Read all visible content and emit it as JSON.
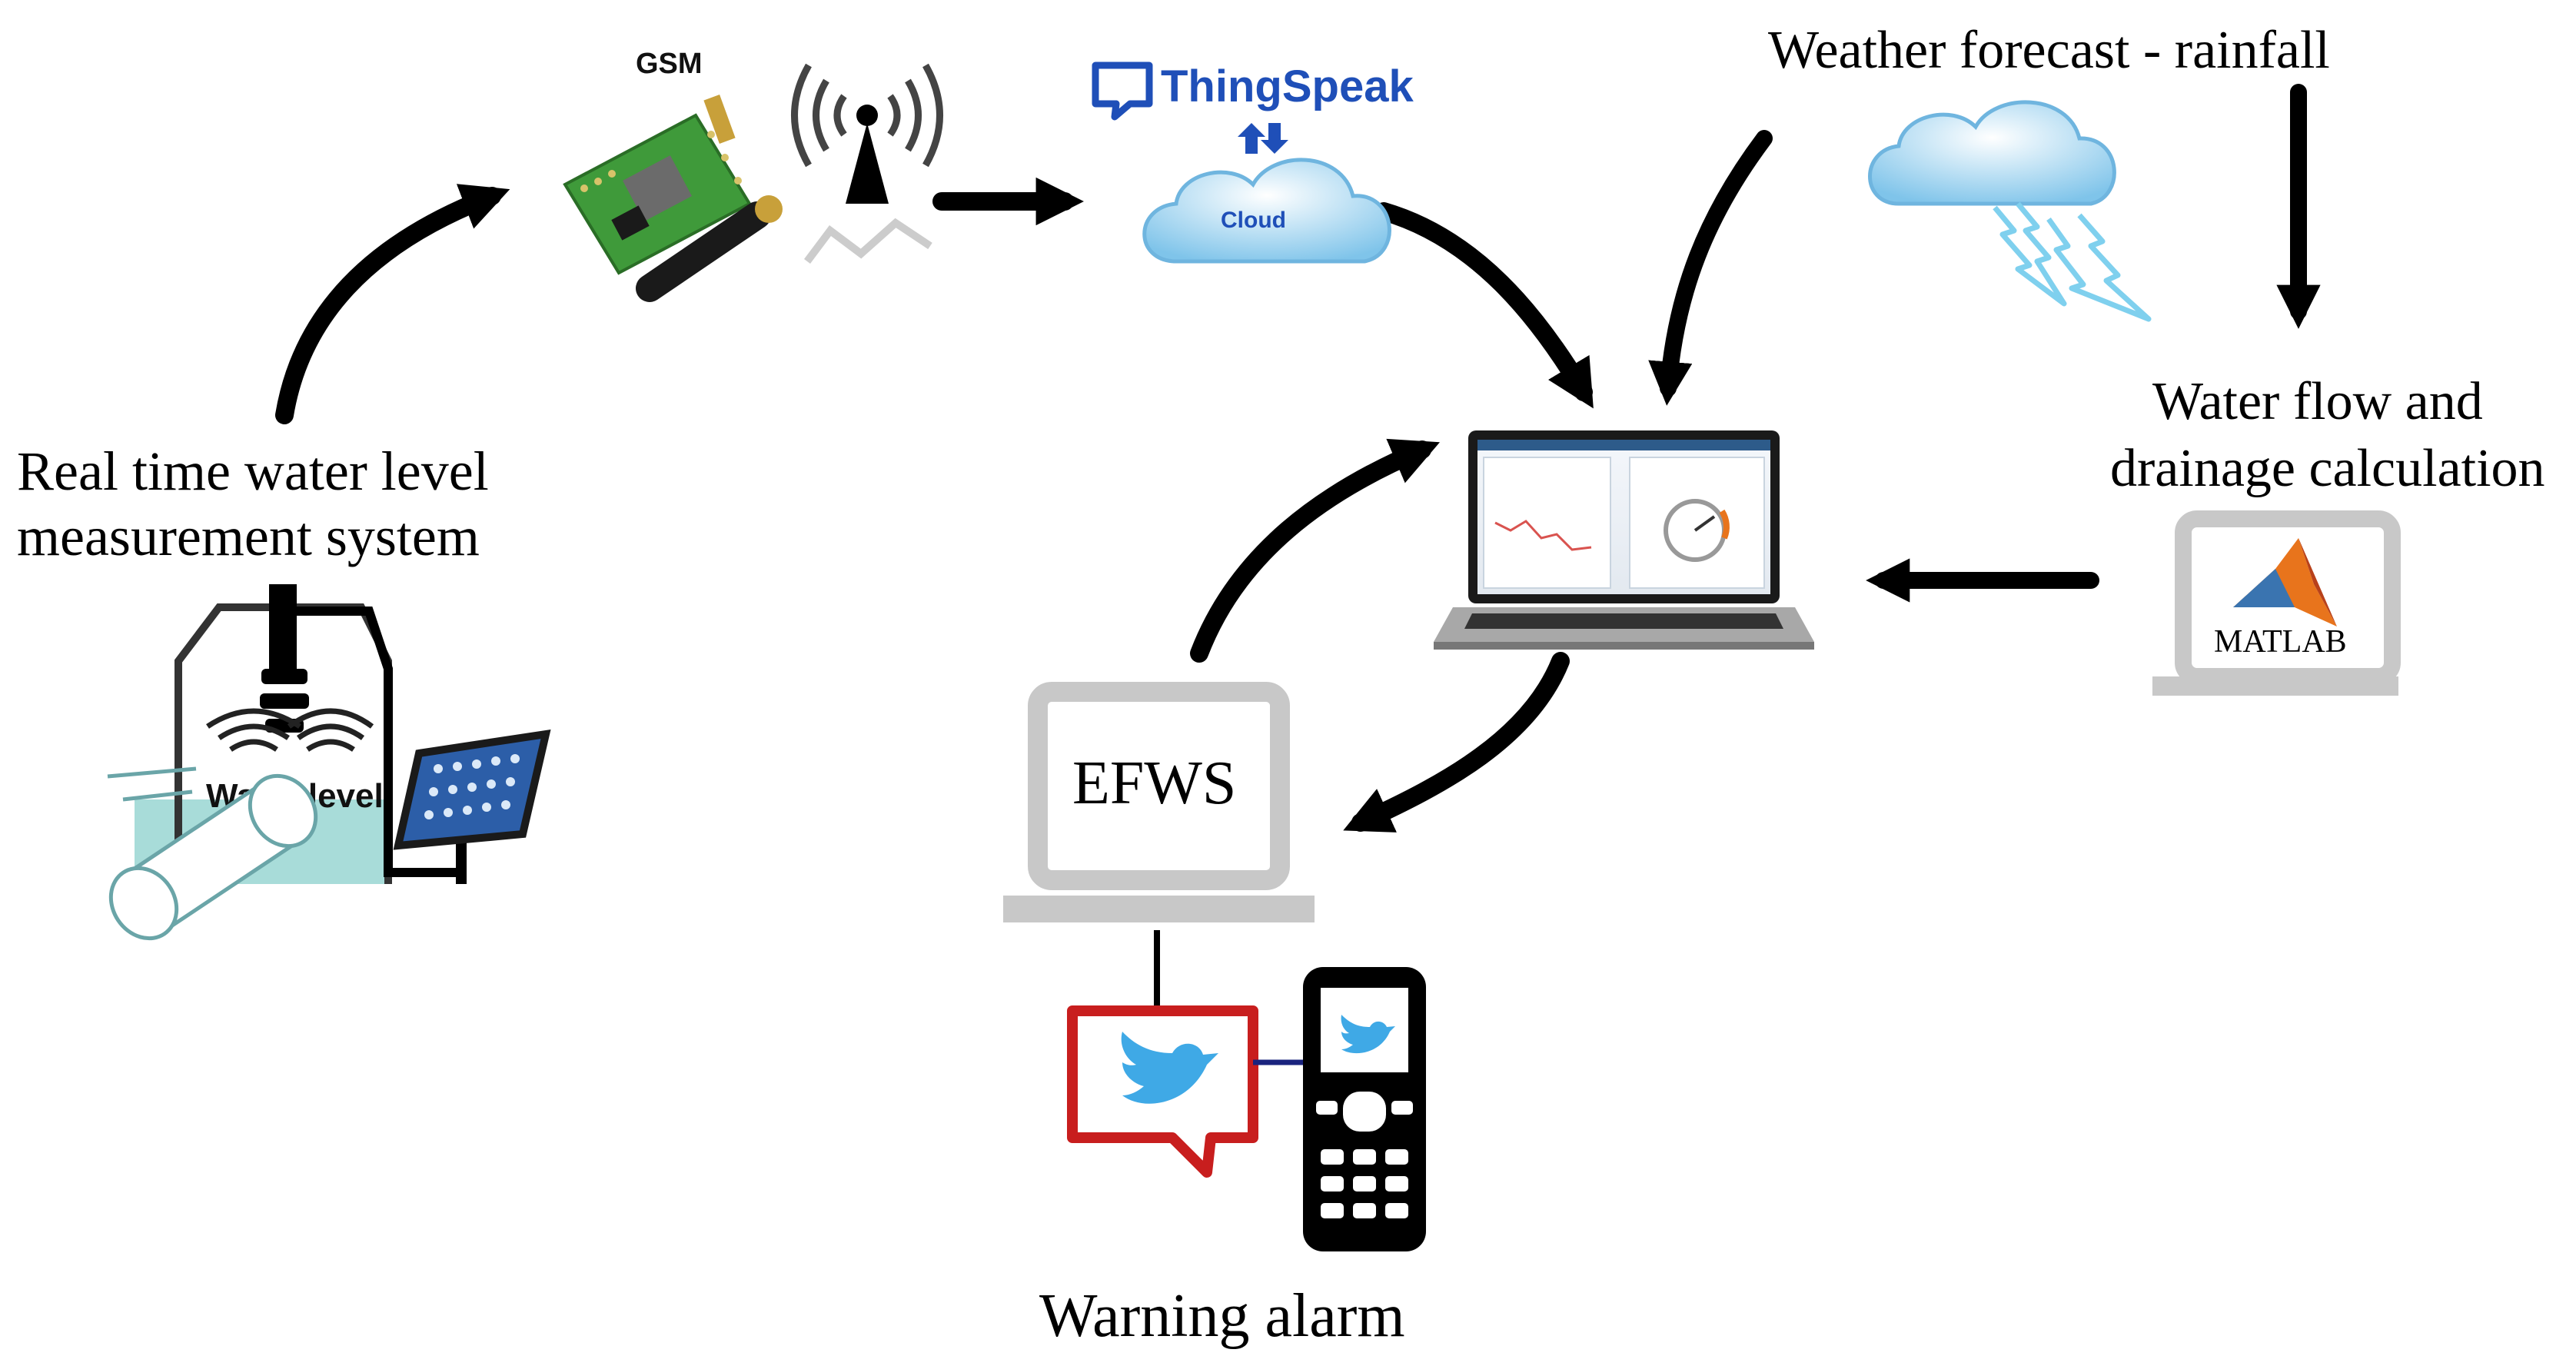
{
  "labels": {
    "real_time_line1": "Real time water level",
    "real_time_line2": "measurement system",
    "water_level": "Water level",
    "gsm": "GSM",
    "thingspeak": "ThingSpeak",
    "cloud": "Cloud",
    "weather_forecast": "Weather forecast - rainfall",
    "water_flow_line1": "Water flow and",
    "water_flow_line2": "drainage calculation",
    "matlab": "MATLAB",
    "efws": "EFWS",
    "warning_alarm": "Warning alarm"
  },
  "colors": {
    "thingspeak_blue": "#1f4fb8",
    "cloud_blue": "#9fd6f2",
    "twitter_blue": "#3fa9e6",
    "alarm_red": "#c81e1e",
    "matlab_orange": "#e8741c",
    "gsm_board_green": "#3f9a3a",
    "water_tint": "#a8dcd9",
    "solar_panel_blue": "#2c5ea8",
    "laptop_gray": "#c8c8c8",
    "arrow_black": "#000000"
  }
}
